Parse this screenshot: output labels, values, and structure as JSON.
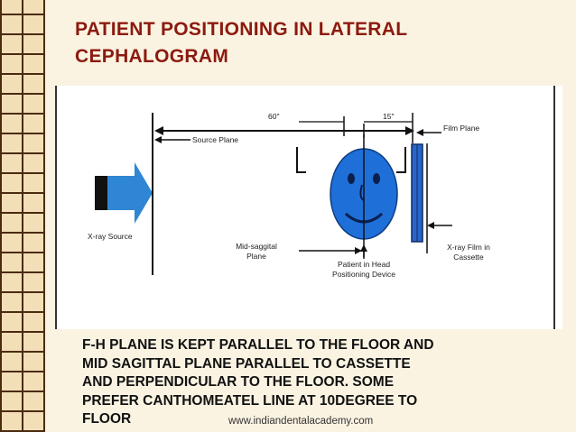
{
  "slide": {
    "title_line1": "PATIENT POSITIONING  IN LATERAL",
    "title_line2": "CEPHALOGRAM",
    "caption_lines": [
      "F-H PLANE IS KEPT PARALLEL TO THE FLOOR AND",
      "MID SAGITTAL PLANE PARALLEL TO CASSETTE",
      "AND PERPENDICULAR TO THE FLOOR. SOME",
      "PREFER CANTHOMEATEL LINE AT 10DEGREE TO",
      "FLOOR"
    ],
    "footer_url": "www.indiandentalacademy.com"
  },
  "diagram": {
    "labels": {
      "distance_60": "60\"",
      "distance_15": "15\"",
      "source_plane": "Source Plane",
      "film_plane": "Film Plane",
      "xray_source": "X-ray Source",
      "midsagittal_line1": "Mid-saggital",
      "midsagittal_line2": "Plane",
      "patient_line1": "Patient in Head",
      "patient_line2": "Positioning Device",
      "film_line1": "X-ray Film in",
      "film_line2": "Cassette"
    },
    "colors": {
      "arrow_blue": "#2f86d4",
      "face_blue": "#1e6fd8",
      "cassette_blue": "#2a66c9",
      "title_red": "#8c1a0f"
    }
  }
}
